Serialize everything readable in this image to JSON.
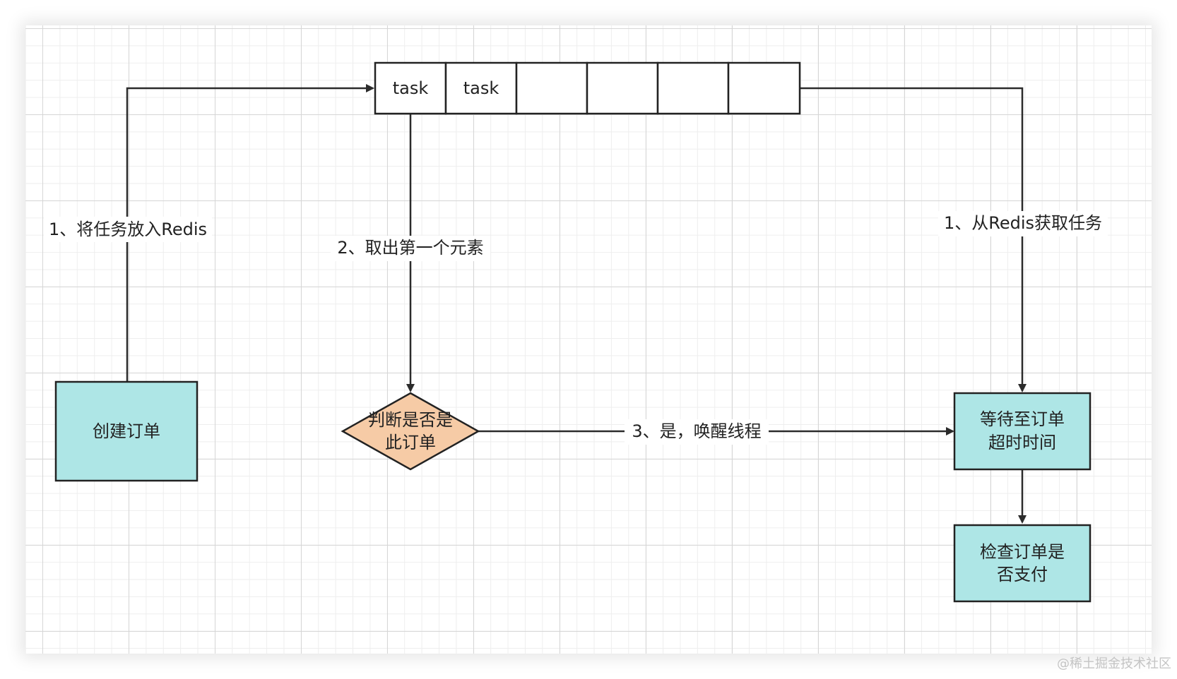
{
  "colors": {
    "process_fill": "#aee6e6",
    "decision_fill": "#f6cba6",
    "stroke": "#222222",
    "grid": "#d6d6d6"
  },
  "queue": {
    "cells": [
      "task",
      "task",
      "",
      "",
      "",
      ""
    ]
  },
  "nodes": {
    "create_order": "创建订单",
    "decision": [
      "判断是否是",
      "此订单"
    ],
    "wait_timeout": [
      "等待至订单",
      "超时时间"
    ],
    "check_paid": [
      "检查订单是",
      "否支付"
    ]
  },
  "edges": {
    "put_into_redis": "1、将任务放入Redis",
    "take_first": "2、取出第一个元素",
    "get_from_redis": "1、从Redis获取任务",
    "yes_wake": "3、是，唤醒线程"
  },
  "watermark": "@稀土掘金技术社区"
}
